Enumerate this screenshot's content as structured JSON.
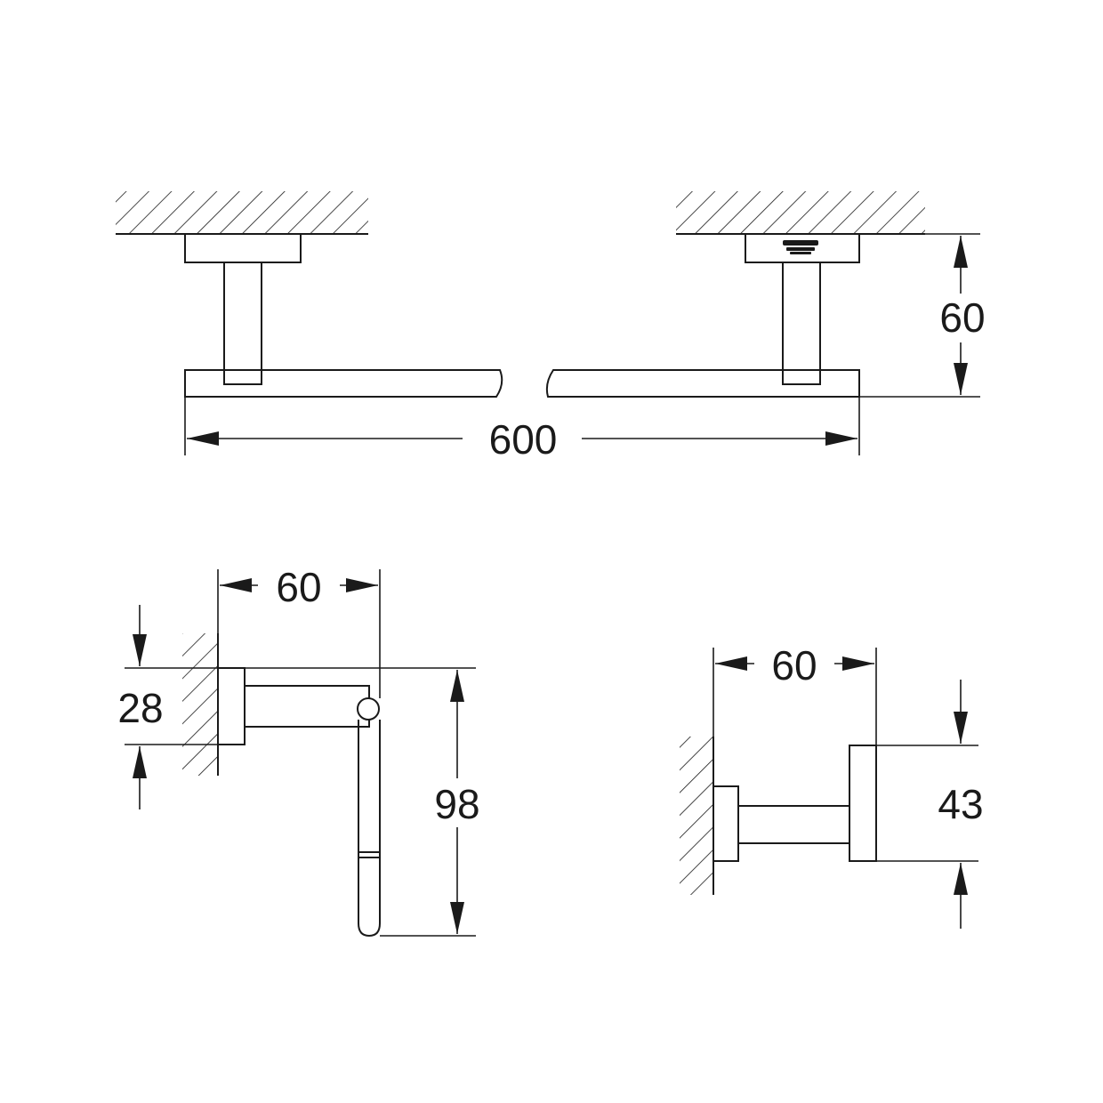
{
  "colors": {
    "line": "#1a1a1a",
    "background": "#ffffff"
  },
  "towel_bar": {
    "width_dimension": "600",
    "projection_dimension": "60",
    "brand_mark": "logo-icon"
  },
  "paper_holder": {
    "projection_dimension": "60",
    "rosette_dimension": "28",
    "height_dimension": "98"
  },
  "robe_hook": {
    "projection_dimension": "60",
    "hook_dimension": "43"
  }
}
